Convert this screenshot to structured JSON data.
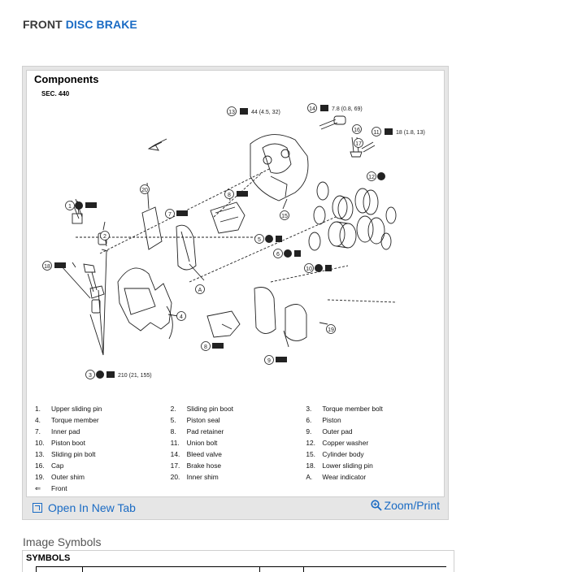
{
  "page": {
    "title_prefix": "FRONT",
    "title_link": "DISC BRAKE"
  },
  "figure": {
    "heading": "Components",
    "section": "SEC. 440",
    "torques": {
      "t13": "44 (4.5, 32)",
      "t14": "7.8 (0.8, 69)",
      "t11": "18 (1.8, 13)",
      "t3": "210 (21, 155)"
    },
    "callouts": [
      "1",
      "2",
      "3",
      "4",
      "5",
      "6",
      "7",
      "8",
      "9",
      "10",
      "11",
      "12",
      "13",
      "14",
      "15",
      "16",
      "17",
      "18",
      "19",
      "20",
      "A"
    ],
    "legend": [
      [
        {
          "num": "1.",
          "text": "Upper sliding pin"
        },
        {
          "num": "2.",
          "text": "Sliding pin boot"
        },
        {
          "num": "3.",
          "text": "Torque member bolt"
        }
      ],
      [
        {
          "num": "4.",
          "text": "Torque member"
        },
        {
          "num": "5.",
          "text": "Piston seal"
        },
        {
          "num": "6.",
          "text": "Piston"
        }
      ],
      [
        {
          "num": "7.",
          "text": "Inner pad"
        },
        {
          "num": "8.",
          "text": "Pad retainer"
        },
        {
          "num": "9.",
          "text": "Outer pad"
        }
      ],
      [
        {
          "num": "10.",
          "text": "Piston boot"
        },
        {
          "num": "11.",
          "text": "Union bolt"
        },
        {
          "num": "12.",
          "text": "Copper washer"
        }
      ],
      [
        {
          "num": "13.",
          "text": "Sliding pin bolt"
        },
        {
          "num": "14.",
          "text": "Bleed valve"
        },
        {
          "num": "15.",
          "text": "Cylinder body"
        }
      ],
      [
        {
          "num": "16.",
          "text": "Cap"
        },
        {
          "num": "17.",
          "text": "Brake hose"
        },
        {
          "num": "18.",
          "text": "Lower sliding pin"
        }
      ],
      [
        {
          "num": "19.",
          "text": "Outer shim"
        },
        {
          "num": "20.",
          "text": "Inner shim"
        },
        {
          "num": "A.",
          "text": "Wear indicator"
        }
      ]
    ],
    "front_symbol": "⇐",
    "front_label": "Front"
  },
  "footer": {
    "open_tab_label": "Open In New Tab",
    "zoom_label": "Zoom/Print"
  },
  "symbols": {
    "section_label": "Image Symbols",
    "title": "SYMBOLS"
  },
  "colors": {
    "link": "#1a6bc4",
    "card_bg": "#e6e6e6"
  }
}
